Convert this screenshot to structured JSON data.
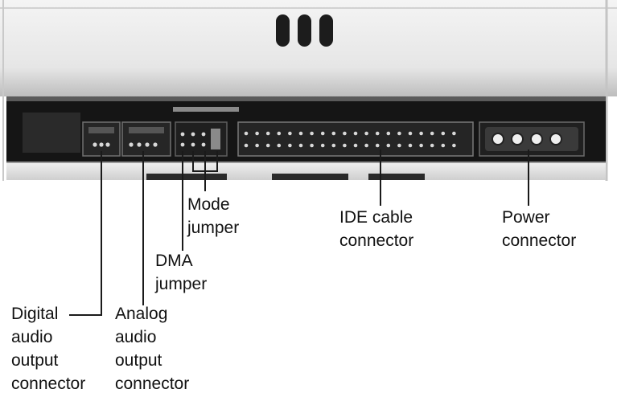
{
  "labels": {
    "digital_audio": [
      "Digital",
      "audio",
      "output",
      "connector"
    ],
    "analog_audio": [
      "Analog",
      "audio",
      "output",
      "connector"
    ],
    "dma_jumper": [
      "DMA",
      "jumper"
    ],
    "mode_jumper": [
      "Mode",
      "jumper"
    ],
    "ide_connector": [
      "IDE cable",
      "connector"
    ],
    "power_connector": [
      "Power",
      "connector"
    ]
  },
  "colors": {
    "bezel_top": "#ececec",
    "bezel_shadow": "#9a9a9a",
    "back_panel": "#1a1a1a",
    "pin": "#d8d8d8",
    "leader_line": "#1a1a1a",
    "text": "#111111"
  }
}
